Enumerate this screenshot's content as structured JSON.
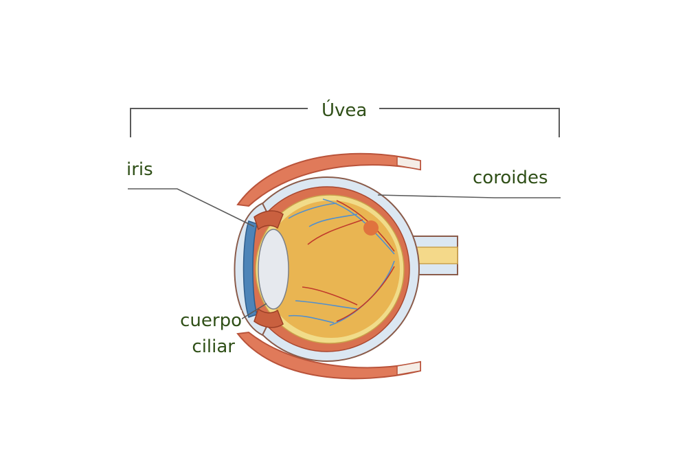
{
  "labels": {
    "uvea": "Úvea",
    "iris": "iris",
    "coroides": "coroides",
    "cuerpo": "cuerpo",
    "ciliar": "ciliar"
  },
  "colors": {
    "label_text": "#2f4f17",
    "leader_line": "#5a5a5a",
    "muscle": "#e07a5a",
    "muscle_dark": "#b9533a",
    "sclera": "#dbe7f2",
    "sclera_outline": "#8a5b4a",
    "choroid": "#d9714f",
    "retina": "#f1dc8a",
    "vitreous": "#e9b552",
    "iris": "#4d84b8",
    "lens": "#e6e9ee",
    "vessel_red": "#c0392b",
    "vessel_blue": "#4f8fd0",
    "macula": "#e0733e",
    "optic_nerve": "#f4d98a"
  }
}
